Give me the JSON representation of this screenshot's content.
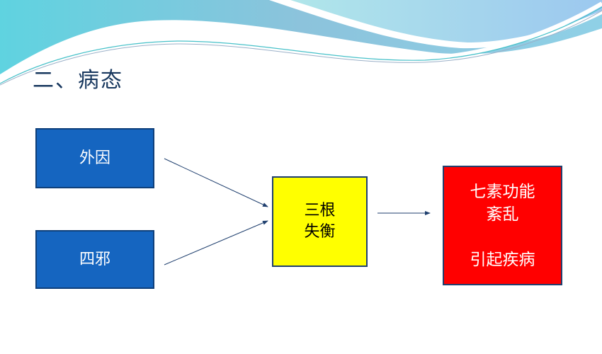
{
  "slide_title": "二、病态",
  "nodes": {
    "external_cause": "外因",
    "four_evils": "四邪",
    "three_roots_l1": "三根",
    "three_roots_l2": "失衡",
    "result_l1": "七素功能",
    "result_l2": "紊乱",
    "result_l3": "引起疾病"
  },
  "colors": {
    "blue": "#1565c0",
    "yellow": "#ffff00",
    "red": "#ff0000",
    "title": "#17375e"
  }
}
